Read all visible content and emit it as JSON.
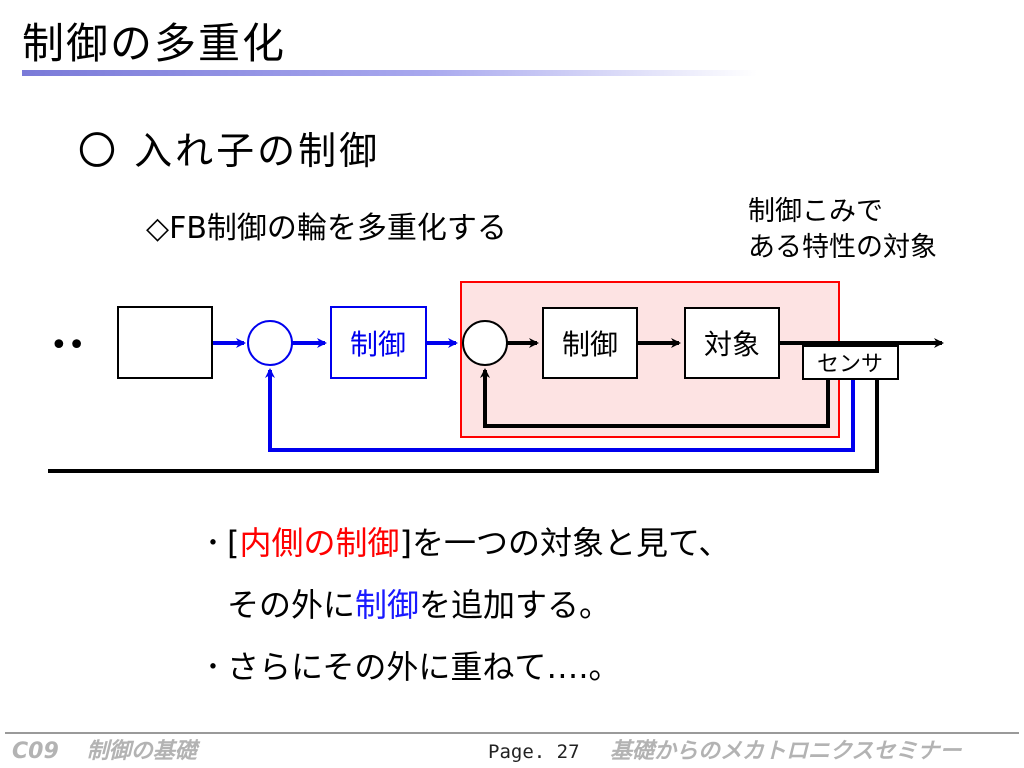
{
  "title": "制御の多重化",
  "heading": "〇 入れ子の制御",
  "subheading": "◇FB制御の輪を多重化する",
  "annotation": {
    "line1": "制御こみで",
    "line2": "ある特性の対象"
  },
  "diagram": {
    "input_dots": "••",
    "outer_controller": "制御",
    "inner_controller": "制御",
    "plant": "対象",
    "sensor": "センサ"
  },
  "bullets": {
    "b1_prefix": "[",
    "b1_highlight": "内側の制御",
    "b1_suffix": "]を一つの対象と見て、",
    "b1_cont_prefix": "その外に",
    "b1_cont_highlight": "制御",
    "b1_cont_suffix": "を追加する。",
    "b2": "さらにその外に重ねて….。",
    "marker": "･"
  },
  "footer": {
    "course_code": "C09",
    "course_title": "制御の基礎",
    "page": "Page. 27",
    "series": "基礎からのメカトロニクスセミナー"
  },
  "colors": {
    "inner_loop": "#000000",
    "outer_loop": "#0000ee",
    "highlight_box_fill": "#fde3e3",
    "highlight_box_stroke": "#ff0000",
    "emphasis_red": "#ff0000",
    "emphasis_blue": "#1a1aff"
  }
}
